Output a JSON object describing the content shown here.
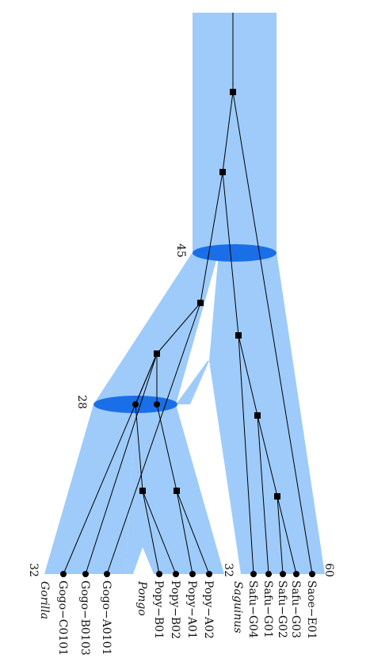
{
  "colors": {
    "species_band": "#9ecbfa",
    "speciation_disk": "#1a6fe8",
    "gene_line": "#000000",
    "duplication_node": "#000000"
  },
  "species_widths": {
    "gorilla": "32",
    "saguinus": "32",
    "saguinus_root": "60"
  },
  "speciation_times": {
    "first": "45",
    "second": "28"
  },
  "taxa": {
    "gorilla": "Gorilla",
    "pongo": "Pongo",
    "saguinus": "Saguinus"
  },
  "leaves": [
    "Gogo−C0101",
    "Gogo−B0103",
    "Gogo−A0101",
    "Popy−B01",
    "Popy−B02",
    "Popy−A01",
    "Popy−A02",
    "Safu−G04",
    "Safu−G01",
    "Safu−G02",
    "Safu−G03",
    "Saoe−E01"
  ]
}
